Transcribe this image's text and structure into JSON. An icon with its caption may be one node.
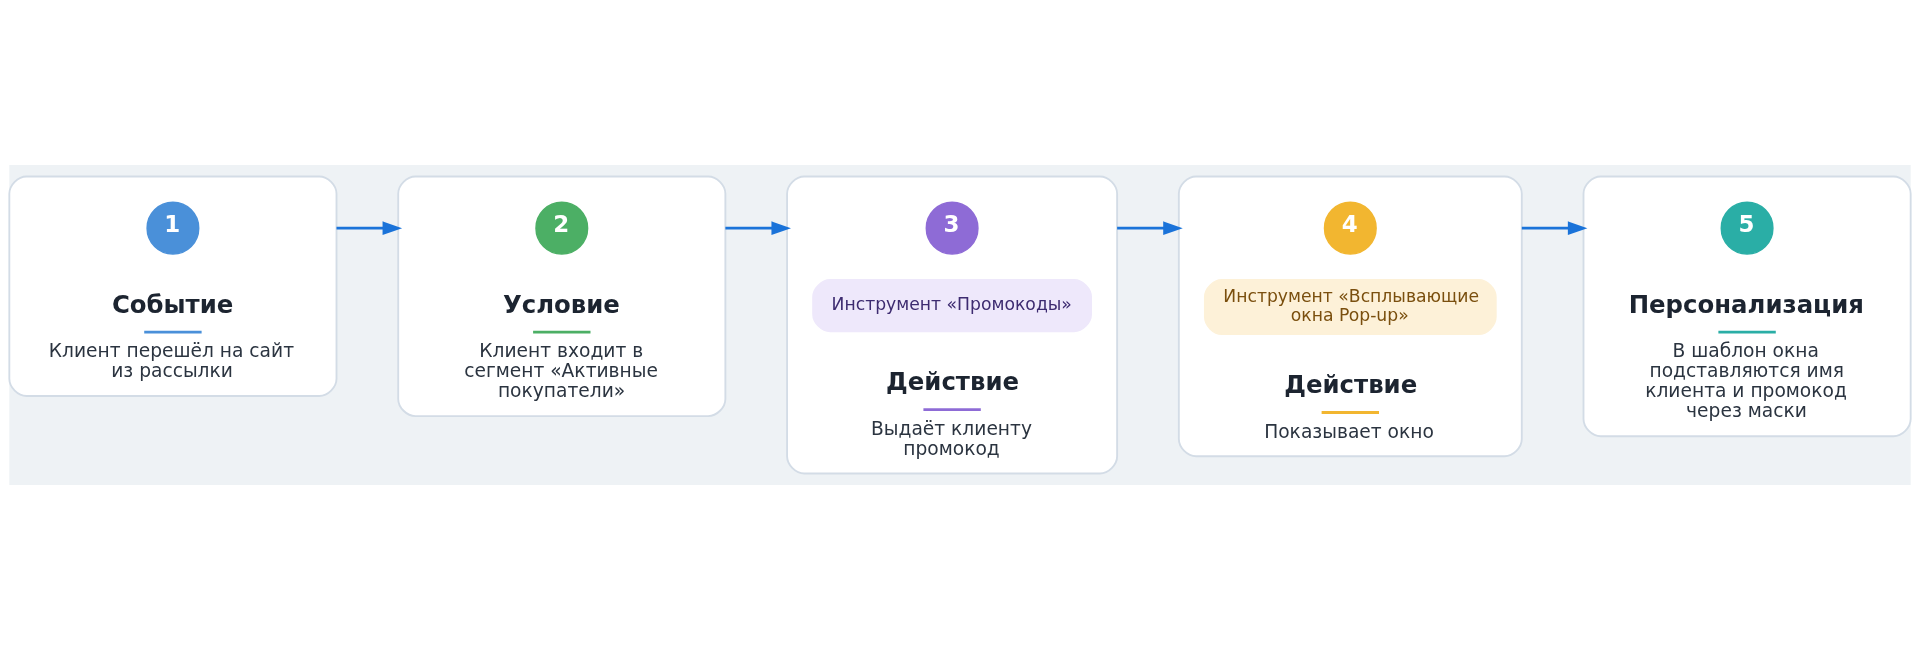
{
  "diagram": {
    "nodes": [
      {
        "text": [
          "Событие",
          "Клиент перешёл на сайт из рассылки"
        ]
      },
      {
        "text": [
          "1"
        ],
        "in": 0
      },
      {
        "text": [
          "Условие",
          "Клиент входит в сегмент «Активные покупатели»"
        ]
      },
      {
        "text": [
          "2"
        ],
        "in": 2
      },
      {
        "text": [
          "Действие",
          "Выдаёт клиенту промокод"
        ]
      },
      {
        "text": [
          "3"
        ],
        "in": 4
      },
      {
        "text": [
          "Инструмент «Промокоды»"
        ],
        "in": 4
      },
      {
        "text": [
          "Действие",
          "Показывает окно"
        ]
      },
      {
        "text": [
          "4"
        ],
        "in": 7
      },
      {
        "text": [
          "Инструмент «Всплывающие окна Pop-up»"
        ],
        "in": 7
      },
      {
        "text": [
          "Персонализация",
          "В шаблон окна подставляются имя клиента и промокод через маски"
        ]
      },
      {
        "text": [
          "5"
        ],
        "in": 10
      }
    ],
    "edges": [
      {
        "from": 0,
        "to": 2,
        "arrow": "to"
      },
      {
        "from": 2,
        "to": 4,
        "arrow": "to"
      },
      {
        "from": 4,
        "to": 7,
        "arrow": "to"
      },
      {
        "from": 7,
        "to": 10,
        "arrow": "to"
      }
    ]
  }
}
